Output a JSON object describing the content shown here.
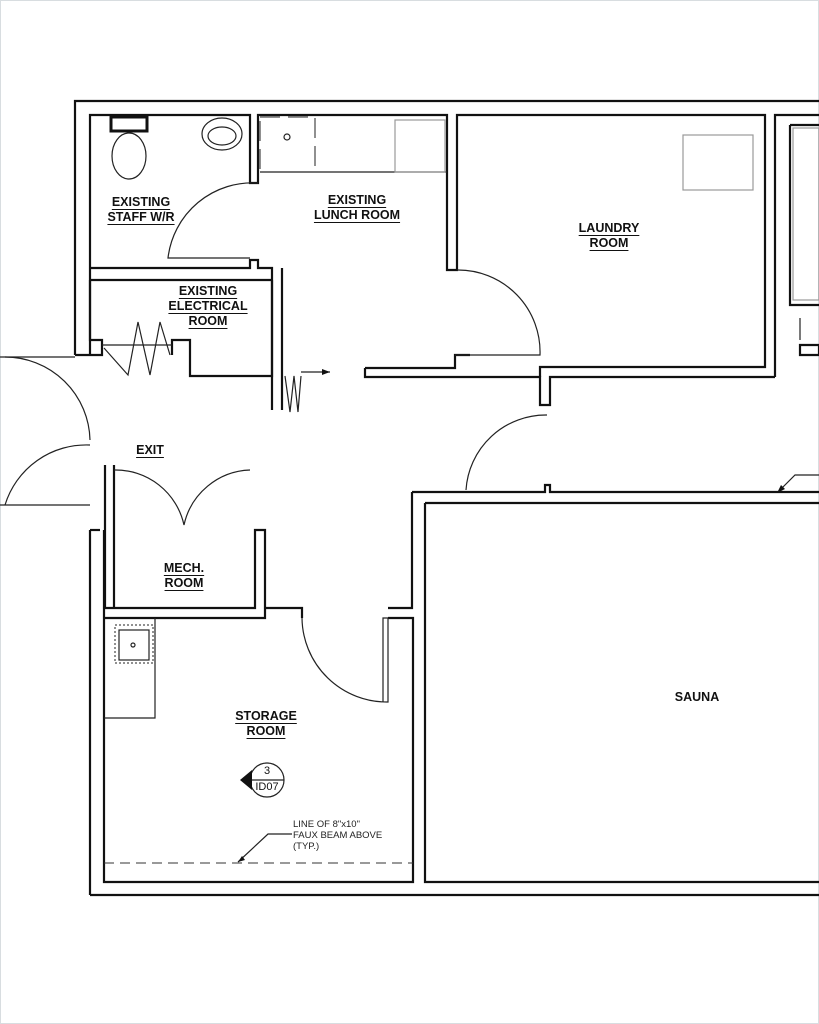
{
  "rooms": {
    "staff_wr": [
      "EXISTING",
      "STAFF W/R"
    ],
    "lunch": [
      "EXISTING",
      "LUNCH ROOM"
    ],
    "laundry": [
      "LAUNDRY",
      "ROOM"
    ],
    "electrical": [
      "EXISTING",
      "ELECTRICAL",
      "ROOM"
    ],
    "exit": "EXIT",
    "mech": [
      "MECH.",
      "ROOM"
    ],
    "storage": [
      "STORAGE",
      "ROOM"
    ],
    "sauna": "SAUNA"
  },
  "section_tag": {
    "number": "3",
    "sheet": "ID07"
  },
  "note": [
    "LINE OF 8\"x10\"",
    "FAUX BEAM ABOVE",
    "(TYP.)"
  ]
}
